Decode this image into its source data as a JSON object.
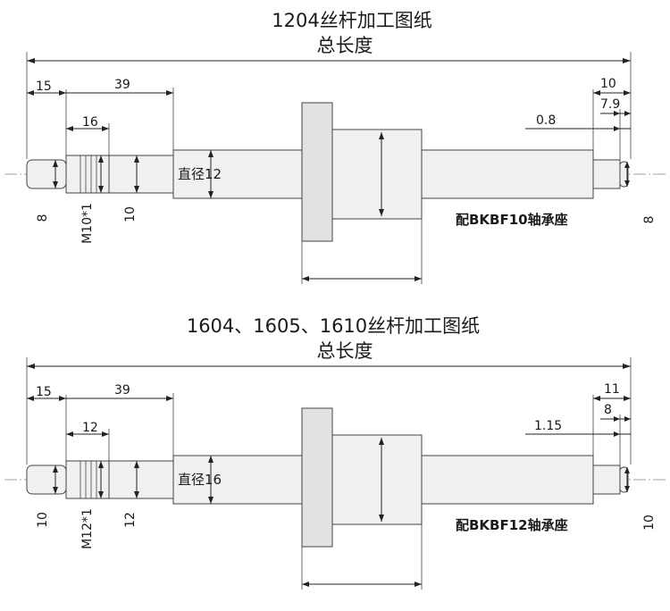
{
  "drawings": [
    {
      "title": "1204丝杆加工图纸",
      "total_length_label": "总长度",
      "dims": {
        "d15": "15",
        "d39": "39",
        "d16": "16",
        "d10": "10",
        "d7_9": "7.9",
        "d0_8": "0.8",
        "left_dia": "8",
        "thread": "M10*1",
        "shoulder_dia": "10",
        "main_dia": "直径12",
        "right_dia": "8"
      },
      "bearing_label": "配BKBF10轴承座"
    },
    {
      "title": "1604、1605、1610丝杆加工图纸",
      "total_length_label": "总长度",
      "dims": {
        "d15": "15",
        "d39": "39",
        "d16": "12",
        "d10": "11",
        "d7_9": "8",
        "d0_8": "1.15",
        "left_dia": "10",
        "thread": "M12*1",
        "shoulder_dia": "12",
        "main_dia": "直径16",
        "right_dia": "10"
      },
      "bearing_label": "配BKBF12轴承座"
    }
  ]
}
